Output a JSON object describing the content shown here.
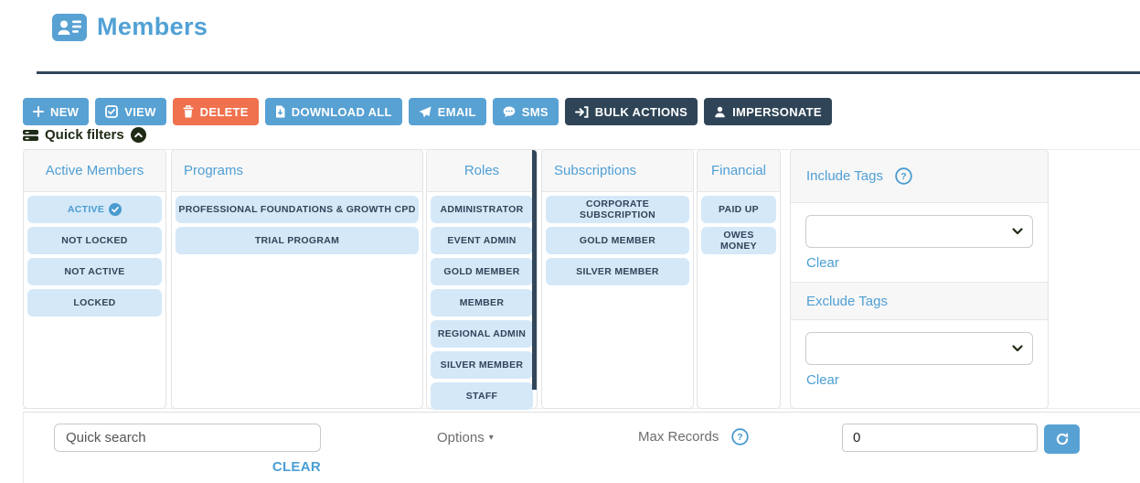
{
  "header": {
    "title": "Members"
  },
  "toolbar": {
    "buttons": [
      {
        "label": "NEW",
        "icon": "plus-icon",
        "variant": "blue"
      },
      {
        "label": "VIEW",
        "icon": "checkbox-check-icon",
        "variant": "blue"
      },
      {
        "label": "DELETE",
        "icon": "trash-icon",
        "variant": "orange"
      },
      {
        "label": "DOWNLOAD ALL",
        "icon": "file-download-icon",
        "variant": "blue"
      },
      {
        "label": "EMAIL",
        "icon": "paper-plane-icon",
        "variant": "blue"
      },
      {
        "label": "SMS",
        "icon": "sms-bubble-icon",
        "variant": "blue"
      },
      {
        "label": "BULK ACTIONS",
        "icon": "arrow-into-bracket-icon",
        "variant": "navy"
      },
      {
        "label": "IMPERSONATE",
        "icon": "person-icon",
        "variant": "navy"
      }
    ]
  },
  "quick_filters": {
    "label": "Quick filters"
  },
  "filters": {
    "columns": [
      {
        "title": "Active Members",
        "items": [
          {
            "label": "ACTIVE",
            "selected": true
          },
          {
            "label": "NOT LOCKED"
          },
          {
            "label": "NOT ACTIVE"
          },
          {
            "label": "LOCKED"
          }
        ]
      },
      {
        "title": "Programs",
        "items": [
          {
            "label": "PROFESSIONAL FOUNDATIONS & GROWTH CPD"
          },
          {
            "label": "TRIAL PROGRAM"
          }
        ]
      },
      {
        "title": "Roles",
        "items": [
          {
            "label": "ADMINISTRATOR"
          },
          {
            "label": "EVENT ADMIN"
          },
          {
            "label": "GOLD MEMBER"
          },
          {
            "label": "MEMBER"
          },
          {
            "label": "REGIONAL ADMIN"
          },
          {
            "label": "SILVER MEMBER"
          },
          {
            "label": "STAFF"
          }
        ]
      },
      {
        "title": "Subscriptions",
        "items": [
          {
            "label": "CORPORATE SUBSCRIPTION"
          },
          {
            "label": "GOLD MEMBER"
          },
          {
            "label": "SILVER MEMBER"
          }
        ]
      },
      {
        "title": "Financial",
        "items": [
          {
            "label": "PAID UP"
          },
          {
            "label": "OWES MONEY"
          }
        ]
      }
    ],
    "tags": {
      "include_title": "Include Tags",
      "include_clear": "Clear",
      "exclude_title": "Exclude Tags",
      "exclude_clear": "Clear"
    }
  },
  "footer": {
    "search_placeholder": "Quick search",
    "clear_label": "CLEAR",
    "options_label": "Options",
    "max_records_label": "Max Records",
    "max_records_value": "0"
  },
  "colors": {
    "accent_blue": "#58a1d3",
    "title_blue": "#51a1d5",
    "header_text_blue": "#4f9fd5",
    "delete_orange": "#f0714e",
    "navy": "#2f4557",
    "rule_navy": "#33475b",
    "item_bg": "#d4e8f8",
    "item_text": "#31455a",
    "quick_filters_text": "#1e2a15",
    "muted_gray": "#6d6d6d"
  }
}
